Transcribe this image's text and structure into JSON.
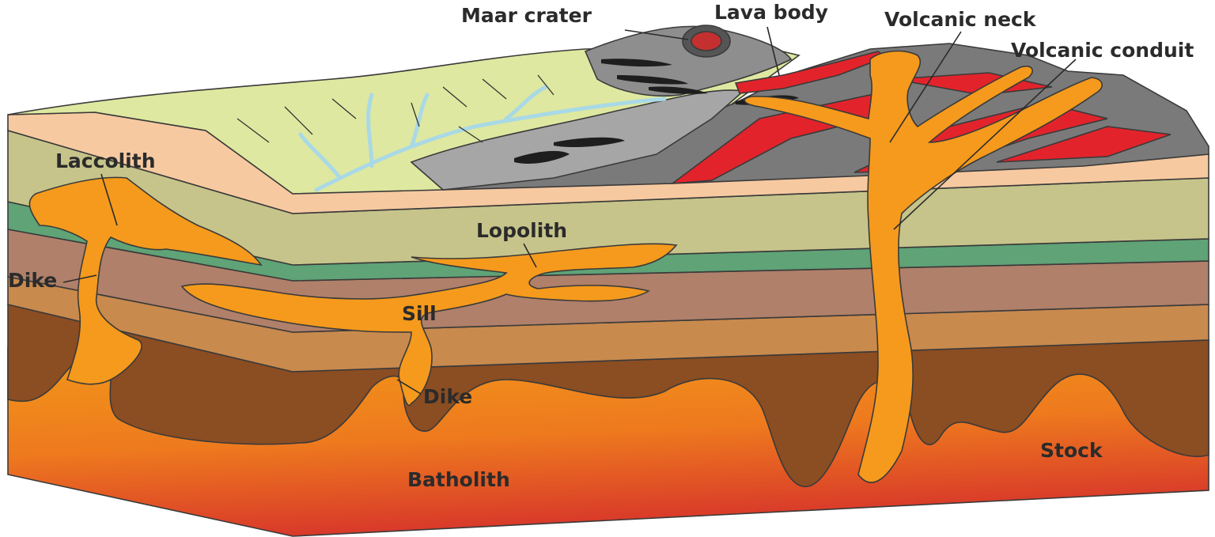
{
  "labels": {
    "maar_crater": "Maar crater",
    "lava_body": "Lava body",
    "volcanic_neck": "Volcanic neck",
    "volcanic_conduit": "Volcanic conduit",
    "laccolith": "Laccolith",
    "lopolith": "Lopolith",
    "dike_left": "Dike",
    "sill": "Sill",
    "dike_center": "Dike",
    "stock": "Stock",
    "batholith": "Batholith"
  },
  "colors": {
    "surface_green": "#dfe8a0",
    "tan_layer": "#f7c9a0",
    "olive_layer": "#c6c48a",
    "green_layer": "#5fa377",
    "mauve_layer": "#b0806a",
    "brown_layer": "#c98a4e",
    "dark_brown": "#8b4d22",
    "magma_top": "#f29a18",
    "magma_bottom": "#d8382a",
    "intrusion": "#f59a1c",
    "lava_red": "#e3232b",
    "volcano_gray": "#7a7a7a",
    "ash_gray": "#9e9e9e",
    "river_blue": "#a9d9e6"
  }
}
